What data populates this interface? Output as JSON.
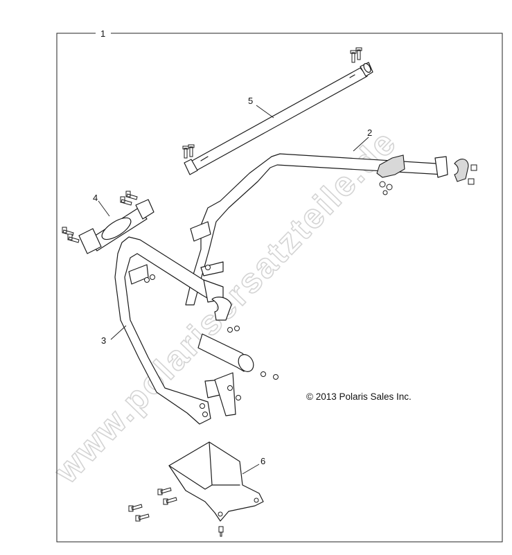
{
  "callouts": {
    "assembly": "1",
    "upper_bar": "2",
    "front_bar": "3",
    "upper_brace": "4",
    "rear_brace": "5",
    "bracket": "6"
  },
  "copyright": "© 2013 Polaris Sales Inc.",
  "watermark": "www.polarisersatzteile.de"
}
